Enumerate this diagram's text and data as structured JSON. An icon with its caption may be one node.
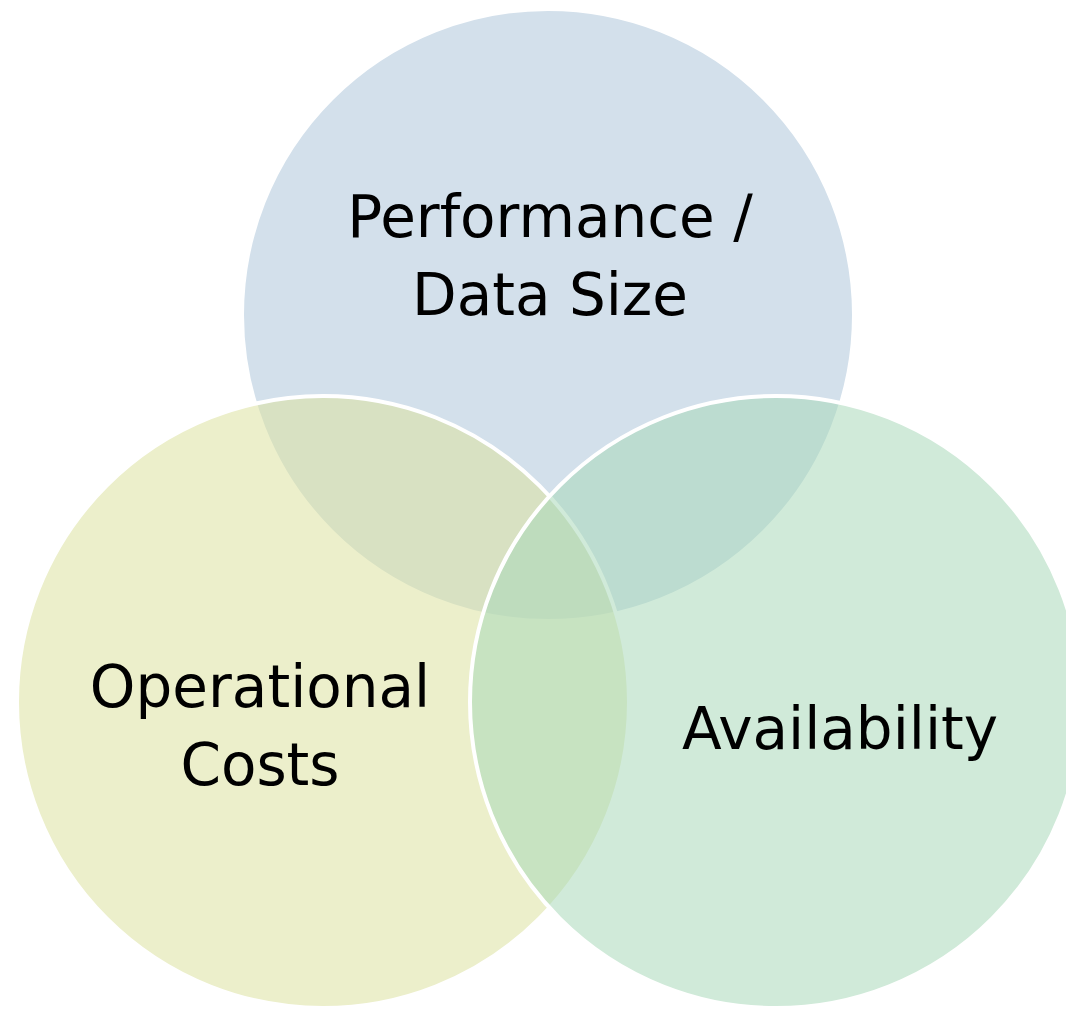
{
  "diagram": {
    "nodes": [
      {
        "text": [
          "Performance / Data Size"
        ]
      },
      {
        "text": [
          "Operational Costs"
        ]
      },
      {
        "text": [
          "Availability"
        ]
      }
    ]
  }
}
